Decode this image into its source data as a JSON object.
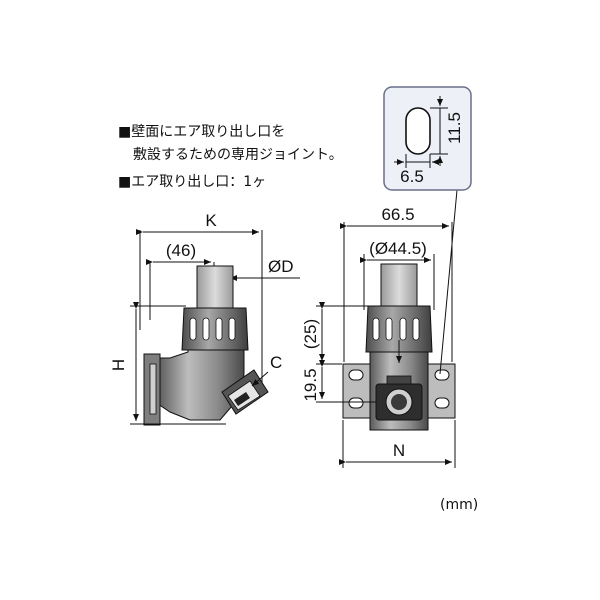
{
  "notes": {
    "line1": "■壁面にエア取り出し口を",
    "line2": "敷設するための専用ジョイント。",
    "line3": "■エア取り出し口：1ヶ"
  },
  "side_view": {
    "k_label": "K",
    "k_inner_label": "(46)",
    "d_label": "ØD",
    "h_label": "H",
    "c_label": "C"
  },
  "front_view": {
    "width_label": "66.5",
    "diameter_label": "(Ø44.5)",
    "offset_label": "(25)",
    "height_label": "19.5",
    "n_label": "N"
  },
  "slot_detail": {
    "height_label": "11.5",
    "width_label": "6.5"
  },
  "unit_label": "(mm)",
  "colors": {
    "line": "#111111",
    "body_gray": "#8e8e8e",
    "dark": "#2a2a2a",
    "panel_bg": "#eef0f8",
    "panel_border": "#6a6f88"
  }
}
